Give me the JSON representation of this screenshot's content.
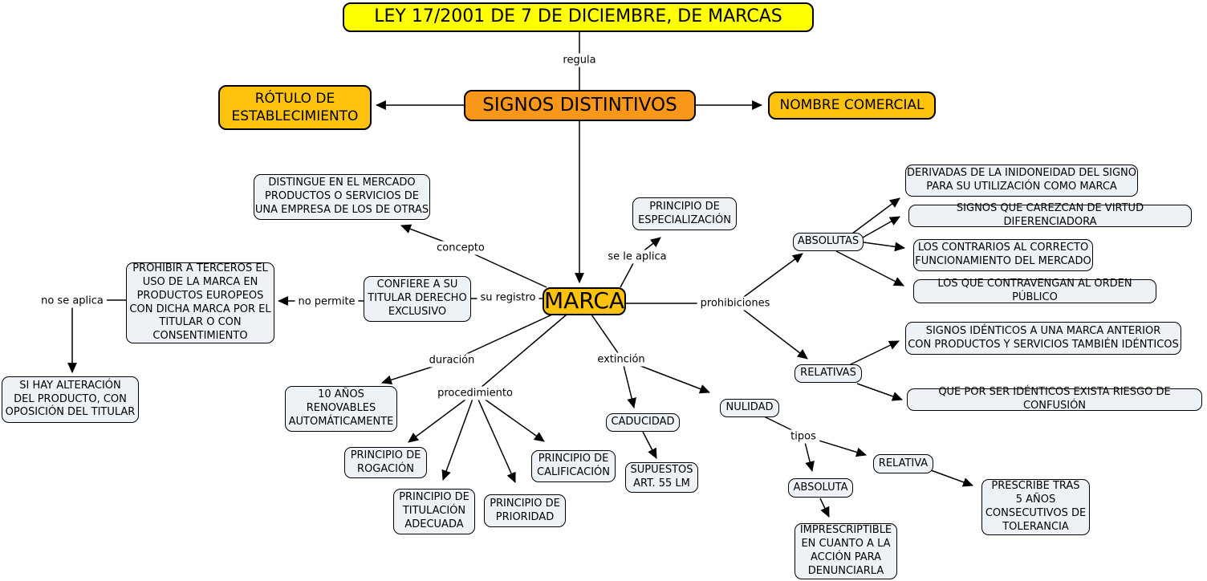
{
  "diagram": {
    "title": "LEY 17/2001 DE 7 DE DICIEMBRE, DE MARCAS",
    "nodes": {
      "title": "LEY 17/2001 DE 7 DE DICIEMBRE, DE MARCAS",
      "signos_distintivos": "SIGNOS DISTINTIVOS",
      "rotulo": "RÓTULO DE\nESTABLECIMIENTO",
      "nombre_comercial": "NOMBRE COMERCIAL",
      "marca": "MARCA",
      "distingue": "DISTINGUE EN EL MERCADO\nPRODUCTOS O SERVICIOS DE\nUNA EMPRESA DE LOS DE OTRAS",
      "especializacion": "PRINCIPIO DE\nESPECIALIZACIÓN",
      "confiere": "CONFIERE A SU\nTITULAR DERECHO\nEXCLUSIVO",
      "prohibir": "PROHIBIR A TERCEROS EL\nUSO DE LA MARCA EN\nPRODUCTOS EUROPEOS\nCON DICHA MARCA POR EL\nTITULAR O CON\nCONSENTIMIENTO",
      "alteracion": "SI HAY ALTERACIÓN\nDEL PRODUCTO, CON\nOPOSICIÓN DEL TITULAR",
      "diez_anos": "10 AÑOS\nRENOVABLES\nAUTOMÁTICAMENTE",
      "rogacion": "PRINCIPIO DE\nROGACIÓN",
      "titulacion": "PRINCIPIO DE\nTITULACIÓN\nADECUADA",
      "prioridad": "PRINCIPIO DE\nPRIORIDAD",
      "calificacion": "PRINCIPIO DE\nCALIFICACIÓN",
      "caducidad": "CADUCIDAD",
      "supuestos": "SUPUESTOS\nART. 55 LM",
      "nulidad": "NULIDAD",
      "absoluta": "ABSOLUTA",
      "relativa": "RELATIVA",
      "imprescriptible": "IMPRESCRIPTIBLE\nEN CUANTO A LA\nACCIÓN PARA\nDENUNCIARLA",
      "prescribe": "PRESCRIBE TRAS\n5 AÑOS\nCONSECUTIVOS DE\nTOLERANCIA",
      "absolutas": "ABSOLUTAS",
      "relativas": "RELATIVAS",
      "derivadas": "DERIVADAS DE LA INIDONEIDAD DEL SIGNO\nPARA SU UTILIZACIÓN COMO MARCA",
      "carezcan": "SIGNOS QUE CAREZCAN DE VIRTUD DIFERENCIADORA",
      "contrarios": "LOS CONTRARIOS AL CORRECTO\nFUNCIONAMIENTO DEL MERCADO",
      "contravengan": "LOS QUE CONTRAVENGAN AL ORDEN PÚBLICO",
      "identicos": "SIGNOS IDÉNTICOS A UNA MARCA ANTERIOR\nCON PRODUCTOS Y SERVICIOS TAMBIÉN IDÉNTICOS",
      "confusion": "QUE POR SER IDÉNTICOS EXISTA RIESGO DE CONFUSIÓN"
    },
    "link_labels": {
      "regula": "regula",
      "concepto": "concepto",
      "se_le_aplica": "se le aplica",
      "su_registro": "su registro",
      "no_permite": "no permite",
      "no_se_aplica": "no se aplica",
      "duracion": "duración",
      "procedimiento": "procedimiento",
      "extincion": "extinción",
      "prohibiciones": "prohibiciones",
      "tipos": "tipos"
    },
    "edges": [
      {
        "from": "title",
        "label": "regula",
        "to": "signos_distintivos"
      },
      {
        "from": "signos_distintivos",
        "label": "",
        "to": "rotulo"
      },
      {
        "from": "signos_distintivos",
        "label": "",
        "to": "nombre_comercial"
      },
      {
        "from": "signos_distintivos",
        "label": "",
        "to": "marca"
      },
      {
        "from": "marca",
        "label": "concepto",
        "to": "distingue"
      },
      {
        "from": "marca",
        "label": "se_le_aplica",
        "to": "especializacion"
      },
      {
        "from": "marca",
        "label": "su_registro",
        "to": "confiere"
      },
      {
        "from": "confiere",
        "label": "no_permite",
        "to": "prohibir"
      },
      {
        "from": "prohibir",
        "label": "no_se_aplica",
        "to": "alteracion"
      },
      {
        "from": "marca",
        "label": "duracion",
        "to": "diez_anos"
      },
      {
        "from": "marca",
        "label": "procedimiento",
        "to": "rogacion"
      },
      {
        "from": "marca",
        "label": "procedimiento",
        "to": "titulacion"
      },
      {
        "from": "marca",
        "label": "procedimiento",
        "to": "prioridad"
      },
      {
        "from": "marca",
        "label": "procedimiento",
        "to": "calificacion"
      },
      {
        "from": "marca",
        "label": "extincion",
        "to": "caducidad"
      },
      {
        "from": "marca",
        "label": "extincion",
        "to": "nulidad"
      },
      {
        "from": "caducidad",
        "label": "",
        "to": "supuestos"
      },
      {
        "from": "marca",
        "label": "prohibiciones",
        "to": "absolutas"
      },
      {
        "from": "marca",
        "label": "prohibiciones",
        "to": "relativas"
      },
      {
        "from": "absolutas",
        "label": "",
        "to": "derivadas"
      },
      {
        "from": "absolutas",
        "label": "",
        "to": "carezcan"
      },
      {
        "from": "absolutas",
        "label": "",
        "to": "contrarios"
      },
      {
        "from": "absolutas",
        "label": "",
        "to": "contravengan"
      },
      {
        "from": "relativas",
        "label": "",
        "to": "identicos"
      },
      {
        "from": "relativas",
        "label": "",
        "to": "confusion"
      },
      {
        "from": "nulidad",
        "label": "tipos",
        "to": "absoluta"
      },
      {
        "from": "nulidad",
        "label": "tipos",
        "to": "relativa"
      },
      {
        "from": "absoluta",
        "label": "",
        "to": "imprescriptible"
      },
      {
        "from": "relativa",
        "label": "",
        "to": "prescribe"
      }
    ],
    "colors": {
      "title_bg": "#FFFF00",
      "root_bg": "#F89719",
      "highlight_bg": "#FFC30D",
      "concept_bg": "#ECF2F6",
      "line": "#000000"
    }
  }
}
